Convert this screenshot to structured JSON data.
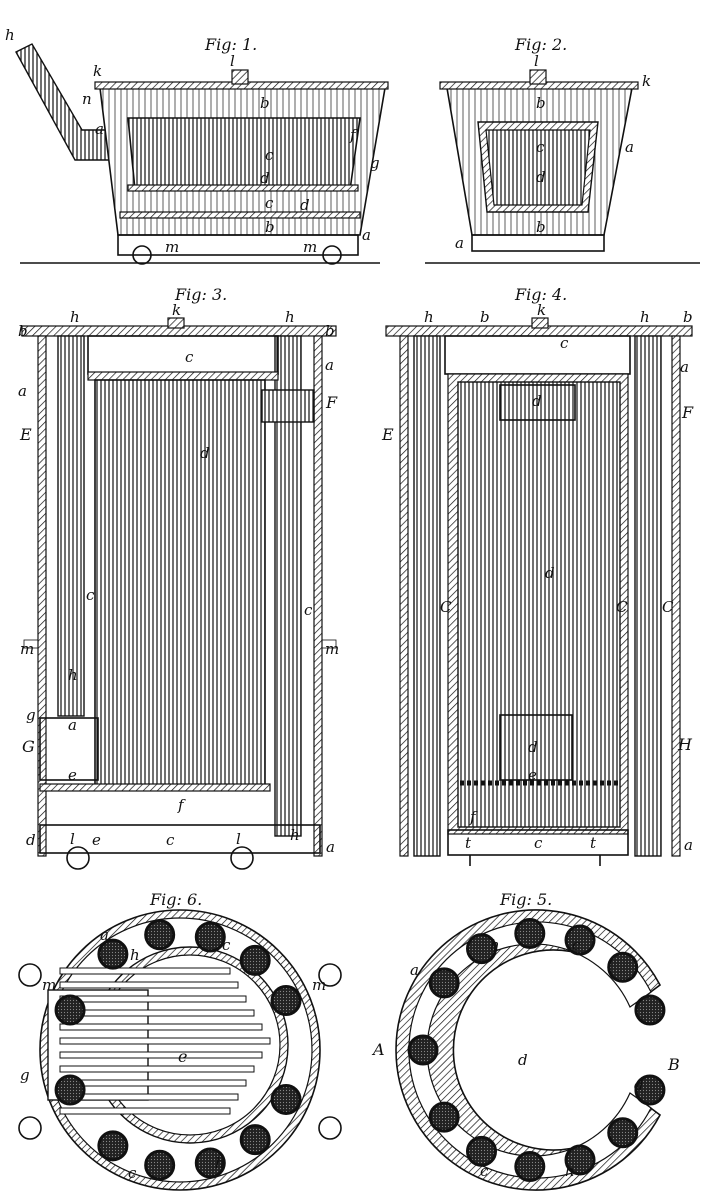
{
  "fig1": {
    "title": "Fig: 1.",
    "labels": [
      "h",
      "k",
      "l",
      "n",
      "a",
      "b",
      "c",
      "f",
      "g",
      "d",
      "c",
      "d",
      "b",
      "a",
      "m",
      "m"
    ]
  },
  "fig2": {
    "title": "Fig: 2.",
    "labels": [
      "l",
      "k",
      "b",
      "c",
      "a",
      "d",
      "a",
      "b"
    ]
  },
  "fig3": {
    "title": "Fig: 3.",
    "labels": [
      "h",
      "k",
      "h",
      "b",
      "b",
      "c",
      "a",
      "a",
      "E",
      "F",
      "d",
      "c",
      "c",
      "m",
      "m",
      "h",
      "g",
      "a",
      "G",
      "e",
      "f",
      "d",
      "l",
      "e",
      "c",
      "l",
      "h",
      "a"
    ]
  },
  "fig4": {
    "title": "Fig: 4.",
    "labels": [
      "h",
      "b",
      "k",
      "h",
      "b",
      "c",
      "a",
      "d",
      "E",
      "F",
      "d",
      "C",
      "C",
      "C",
      "H",
      "d",
      "e",
      "f",
      "t",
      "c",
      "t",
      "a"
    ]
  },
  "fig6": {
    "title": "Fig: 6.",
    "labels": [
      "a",
      "h",
      "c",
      "m",
      "m",
      "e",
      "g",
      "c",
      "h"
    ]
  },
  "fig5": {
    "title": "Fig: 5.",
    "labels": [
      "a",
      "h",
      "c",
      "A",
      "d",
      "B",
      "d",
      "c",
      "h"
    ]
  }
}
